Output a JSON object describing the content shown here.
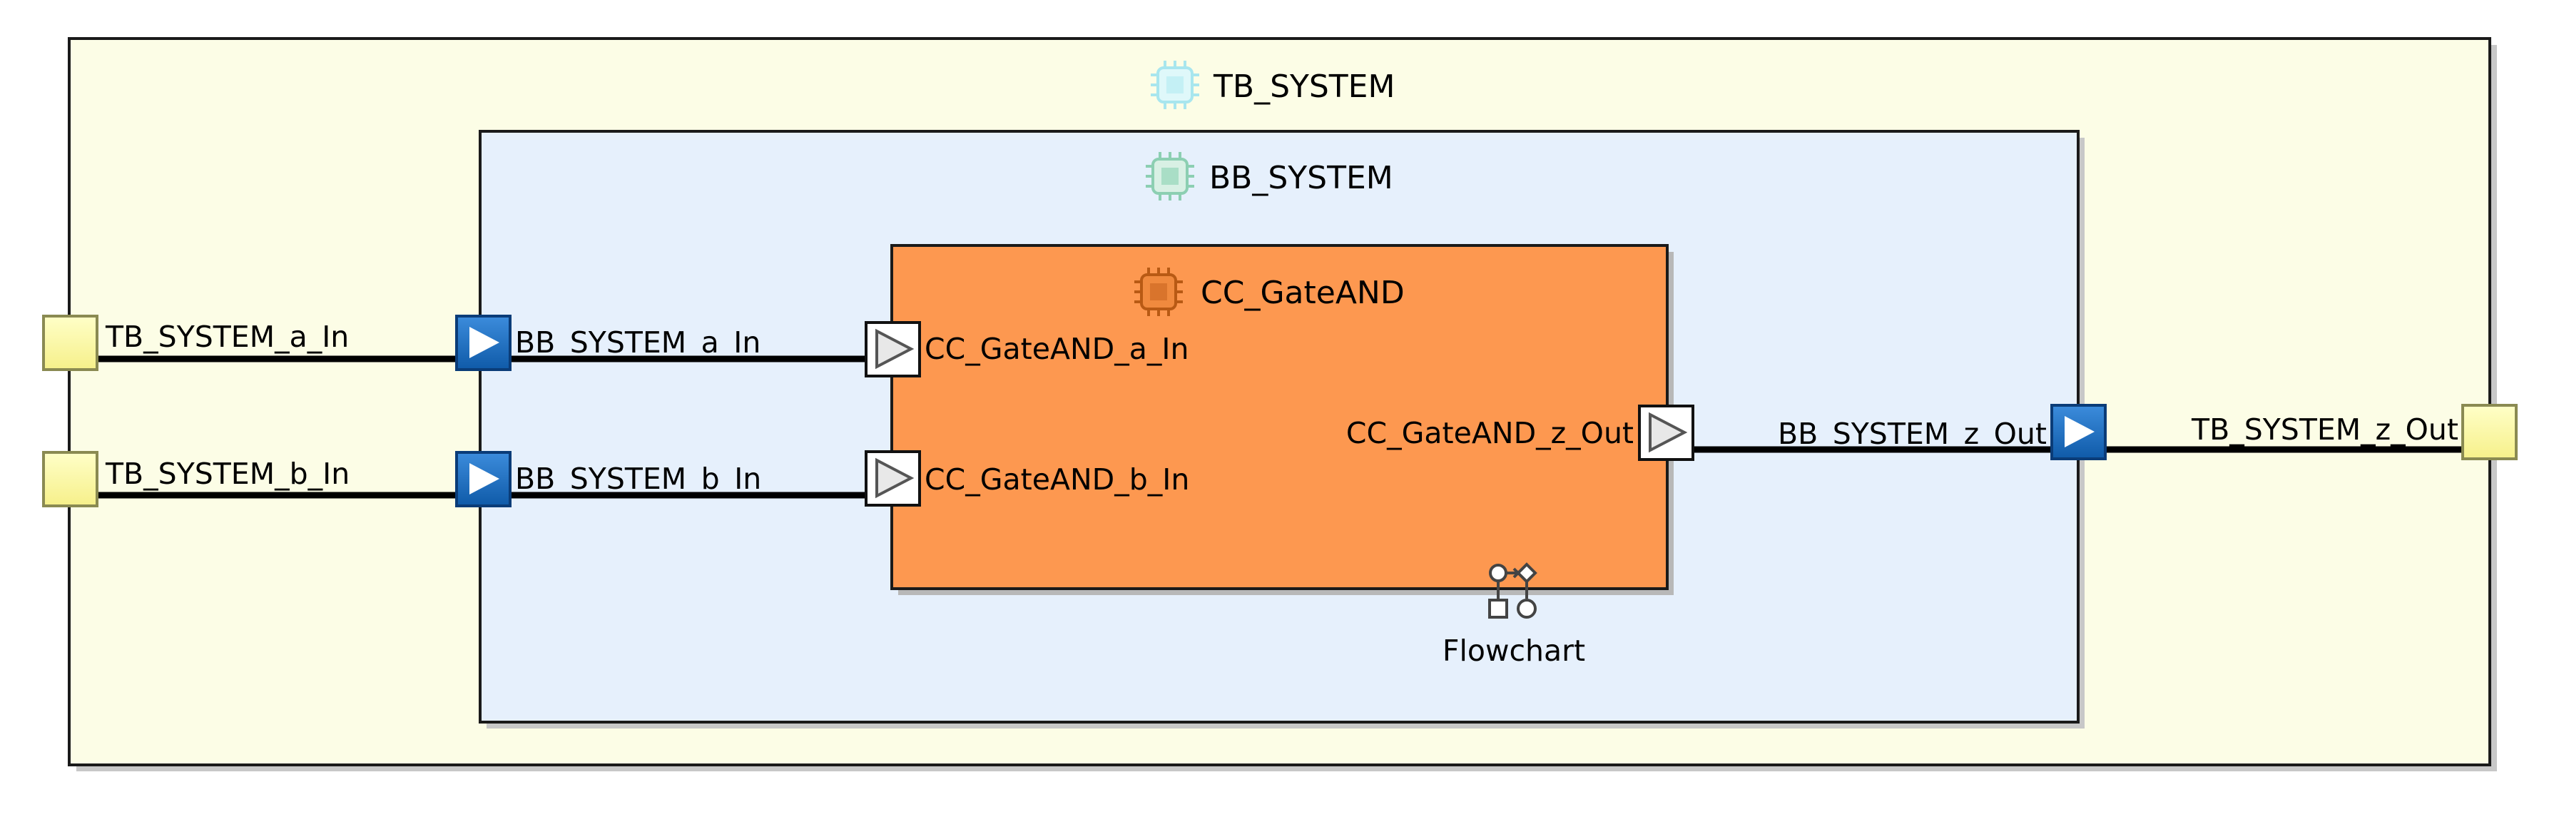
{
  "diagram": {
    "tb_system": {
      "title": "TB_SYSTEM",
      "fill": "#FCFDE6",
      "icon": "chip-icon"
    },
    "bb_system": {
      "title": "BB_SYSTEM",
      "fill": "#E6F0FC",
      "icon": "chip-icon"
    },
    "cc_gate_and": {
      "title": "CC_GateAND",
      "fill": "#FD9850",
      "icon": "chip-icon",
      "behavior_label": "Flowchart",
      "behavior_icon": "flowchart-icon"
    },
    "ports": {
      "tb_a_in": "TB_SYSTEM_a_In",
      "tb_b_in": "TB_SYSTEM_b_In",
      "tb_z_out": "TB_SYSTEM_z_Out",
      "bb_a_in": "BB_SYSTEM_a_In",
      "bb_b_in": "BB_SYSTEM_b_In",
      "bb_z_out": "BB_SYSTEM_z_Out",
      "cc_a_in": "CC_GateAND_a_In",
      "cc_b_in": "CC_GateAND_b_In",
      "cc_z_out": "CC_GateAND_z_Out"
    },
    "colors": {
      "tb_port": "#FFFFAA",
      "bb_port": "#1E6FC0",
      "cc_port": "#FFFFFF",
      "connector": "#000000"
    }
  }
}
